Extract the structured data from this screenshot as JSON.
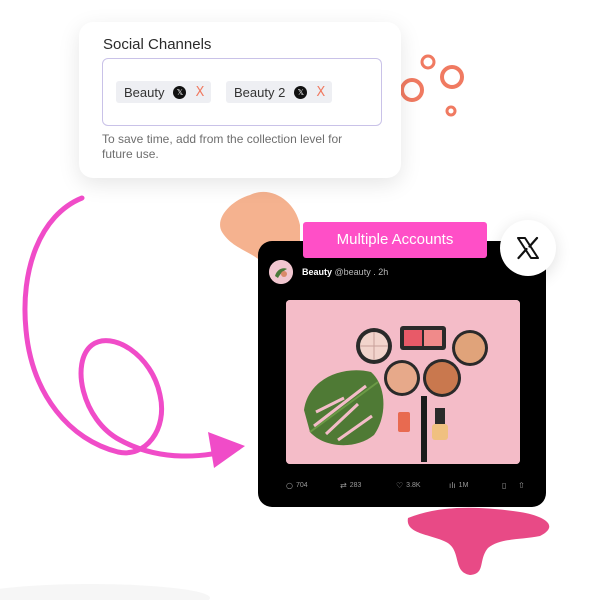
{
  "channels": {
    "title": "Social Channels",
    "chips": [
      {
        "label": "Beauty",
        "network_icon": "x-logo-icon",
        "remove": "X"
      },
      {
        "label": "Beauty 2",
        "network_icon": "x-logo-icon",
        "remove": "X"
      }
    ],
    "hint": "To save time, add from the collection level for future use."
  },
  "badge": {
    "label": "Multiple Accounts"
  },
  "x_button": {
    "icon": "x-logo-icon"
  },
  "post": {
    "name": "Beauty",
    "handle": "@beauty",
    "time": ". 2h",
    "actions": {
      "replies": "704",
      "reposts": "283",
      "likes": "3.8K",
      "views": "1M"
    }
  },
  "colors": {
    "accent_pink": "#ff4fc7",
    "arrow_magenta": "#f04cc8",
    "orange": "#f07a61",
    "peach": "#f5b28f",
    "dark_pink": "#e84a86"
  }
}
